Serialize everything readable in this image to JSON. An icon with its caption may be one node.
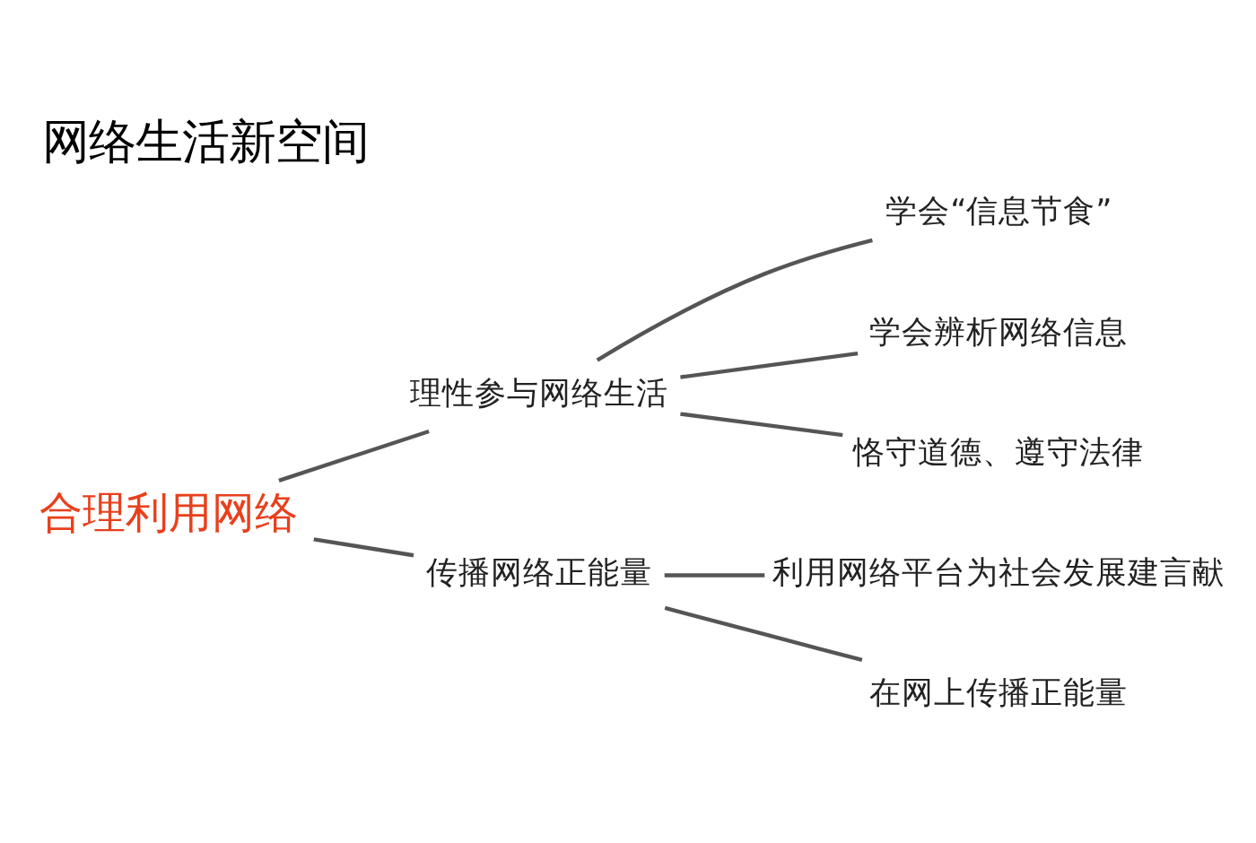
{
  "diagram": {
    "title": "网络生活新空间",
    "nodes": [
      {
        "text": [
          "合理利用网络"
        ]
      },
      {
        "text": [
          "理性参与网络生活"
        ]
      },
      {
        "text": [
          "学会“信息节食”"
        ]
      },
      {
        "text": [
          "学会辨析网络信息"
        ]
      },
      {
        "text": [
          "恪守道德、遵守法律"
        ]
      },
      {
        "text": [
          "传播网络正能量"
        ]
      },
      {
        "text": [
          "利用网络平台为社会发展建言献"
        ]
      },
      {
        "text": [
          "在网上传播正能量"
        ]
      }
    ],
    "edges": [
      {
        "from": 0,
        "to": 1,
        "arrow": "none"
      },
      {
        "from": 0,
        "to": 5,
        "arrow": "none"
      },
      {
        "from": 1,
        "to": 2,
        "arrow": "none"
      },
      {
        "from": 1,
        "to": 3,
        "arrow": "none"
      },
      {
        "from": 1,
        "to": 4,
        "arrow": "none"
      },
      {
        "from": 5,
        "to": 6,
        "arrow": "none"
      },
      {
        "from": 5,
        "to": 7,
        "arrow": "none"
      }
    ]
  }
}
